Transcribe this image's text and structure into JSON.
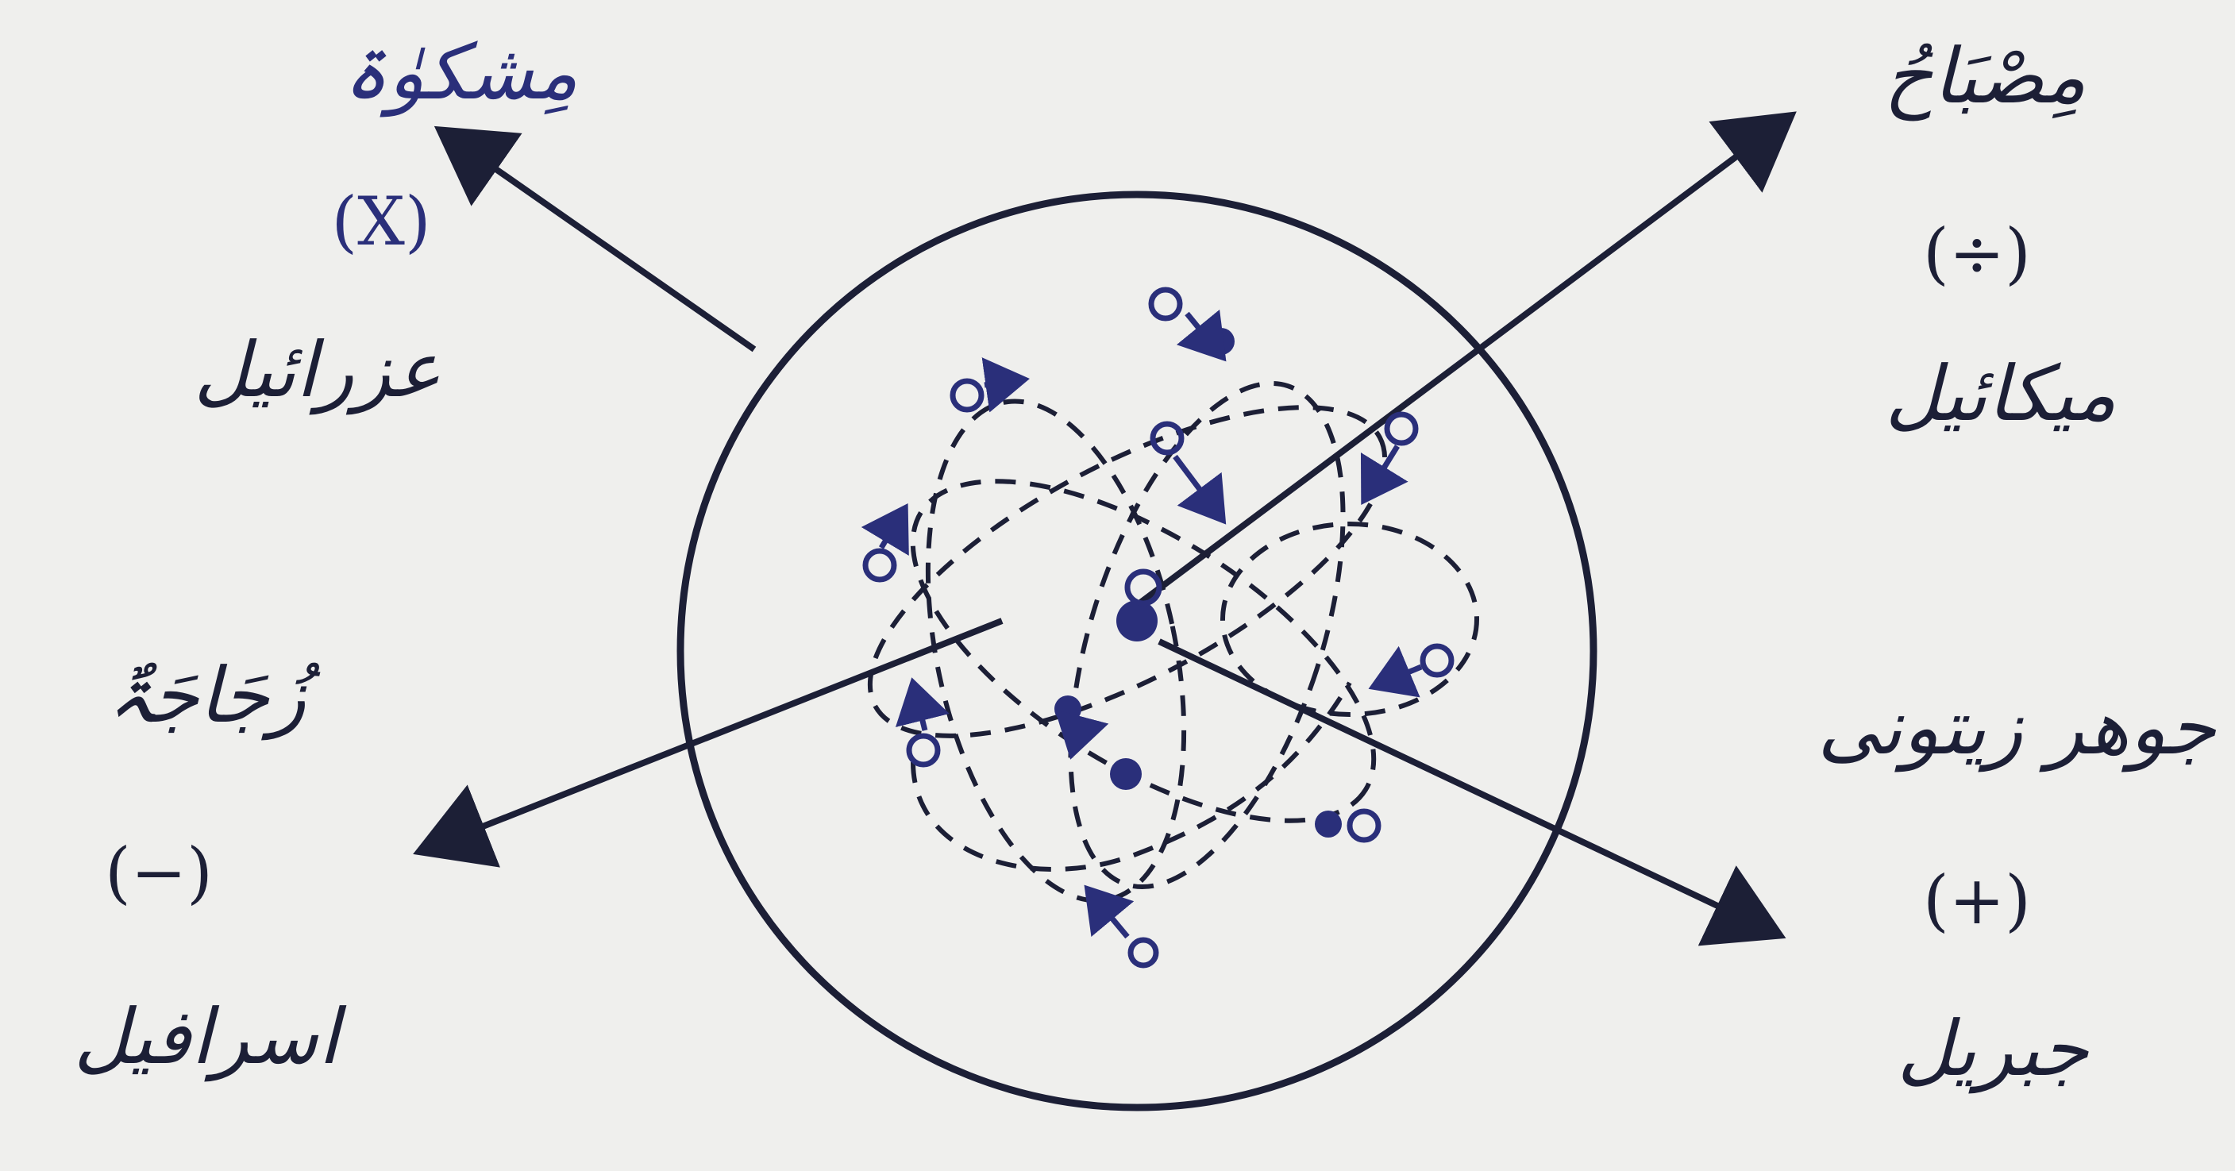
{
  "colors": {
    "ink": "#1c1f36",
    "blue_ink": "#2a2f7a",
    "paper": "#efefed"
  },
  "quadrants": {
    "top_left": {
      "name": "مِشکوٰۃ",
      "symbol": "(X)",
      "angel": "عزرائیل"
    },
    "top_right": {
      "name": "مِصْبَاحُ",
      "symbol": "(÷)",
      "angel": "میکائیل"
    },
    "bottom_left": {
      "name": "زُجَاجَۃٌ",
      "symbol": "(−)",
      "angel": "اسرافیل"
    },
    "bottom_right": {
      "name": "جوھر زیتونی",
      "symbol": "(+)",
      "angel": "جبریل"
    }
  }
}
